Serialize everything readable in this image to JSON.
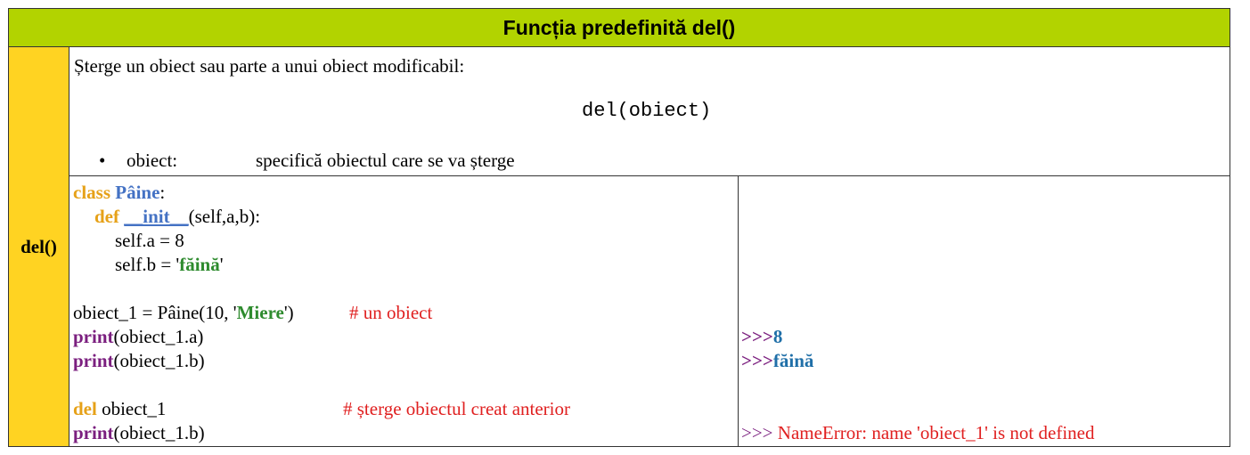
{
  "title": "Funcția predefinită del()",
  "side_label": "del()",
  "description": {
    "intro": "Șterge un obiect sau parte a unui obiect modificabil:",
    "syntax": "del(obiect)",
    "bullet": "•",
    "param_name": "obiect:",
    "param_desc": "specifică obiectul care se va șterge"
  },
  "code": {
    "l1_kw": "class",
    "l1_name": "Pâine",
    "l1_rest": ":",
    "l2_kw": "def",
    "l2_name": "__init__",
    "l2_rest": "(self,a,b):",
    "l3": "self.a = 8",
    "l4_pre": "self.b = '",
    "l4_str": "făină",
    "l4_post": "'",
    "l5_pre": "obiect_1 = Pâine(10, '",
    "l5_str": "Miere",
    "l5_post": "')",
    "l5_comment": "# un obiect",
    "l6_fn": "print",
    "l6_rest": "(obiect_1.a)",
    "l7_fn": "print",
    "l7_rest": "(obiect_1.b)",
    "l8_kw": "del",
    "l8_rest": " obiect_1",
    "l8_comment": "# șterge obiectul creat anterior",
    "l9_fn": "print",
    "l9_rest": "(obiect_1.b)"
  },
  "output": {
    "o1_prompt": ">>>",
    "o1_val": "8",
    "o2_prompt": ">>>",
    "o2_val": "făină",
    "o3_prompt": ">>> ",
    "o3_err": "NameError: name 'obiect_1' is not defined"
  },
  "colors": {
    "title_bg": "#b2d300",
    "side_bg": "#ffd322",
    "keyword": "#e6a118",
    "class_name": "#4472c4",
    "string": "#2e8b2e",
    "builtin": "#7b1f7f",
    "comment": "#e02020",
    "result": "#1f6fa8"
  }
}
